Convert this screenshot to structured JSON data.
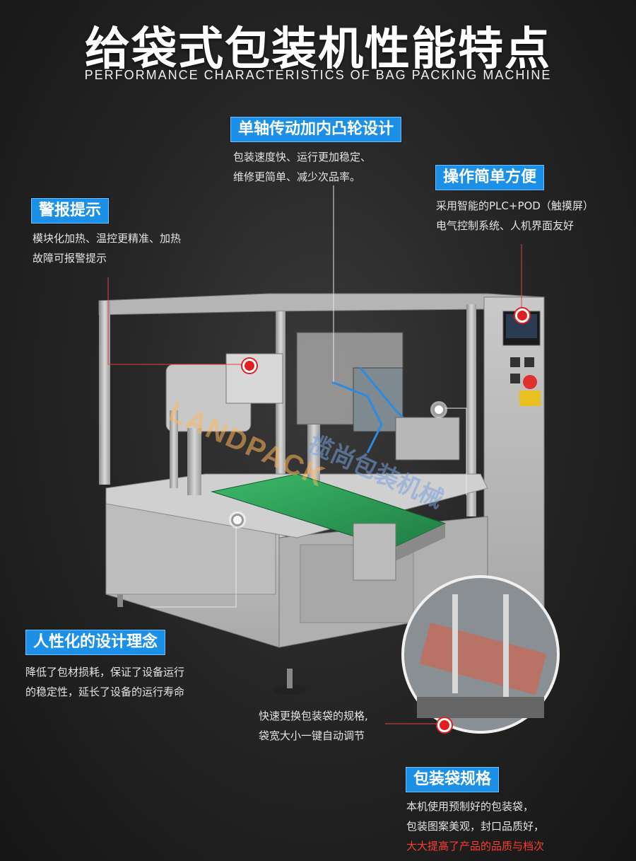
{
  "header": {
    "title": "给袋式包装机性能特点",
    "subtitle": "PERFORMANCE CHARACTERISTICS OF BAG PACKING MACHINE"
  },
  "features": {
    "single_axis": {
      "title": "单轴传动加内凸轮设计",
      "lines": [
        "包装速度快、运行更加稳定、",
        "维修更简单、减少次品率。"
      ]
    },
    "easy_operation": {
      "title": "操作简单方便",
      "lines": [
        "采用智能的PLC+POD（触摸屏）",
        "电气控制系统、人机界面友好"
      ]
    },
    "alarm": {
      "title": "警报提示",
      "lines": [
        "模块化加热、温控更精准、加热",
        "故障可报警提示"
      ]
    },
    "humanized": {
      "title": "人性化的设计理念",
      "lines": [
        "降低了包材损耗，保证了设备运行",
        "的稳定性，延长了设备的运行寿命"
      ]
    },
    "quick_change": {
      "lines": [
        "快速更换包装袋的规格,",
        "袋宽大小一键自动调节"
      ]
    },
    "bag_spec": {
      "title": "包装袋规格",
      "lines": [
        "本机使用预制好的包装袋，",
        "包装图案美观，封口品质好，"
      ],
      "highlight": "大大提高了产品的品质与档次"
    }
  },
  "watermark": {
    "brand": "LANDPACK",
    "cn": "揽尚包装机械"
  },
  "colors": {
    "badge": "#1c8fe6",
    "highlight": "#ff3b30",
    "conveyor": "#2fa35a"
  }
}
